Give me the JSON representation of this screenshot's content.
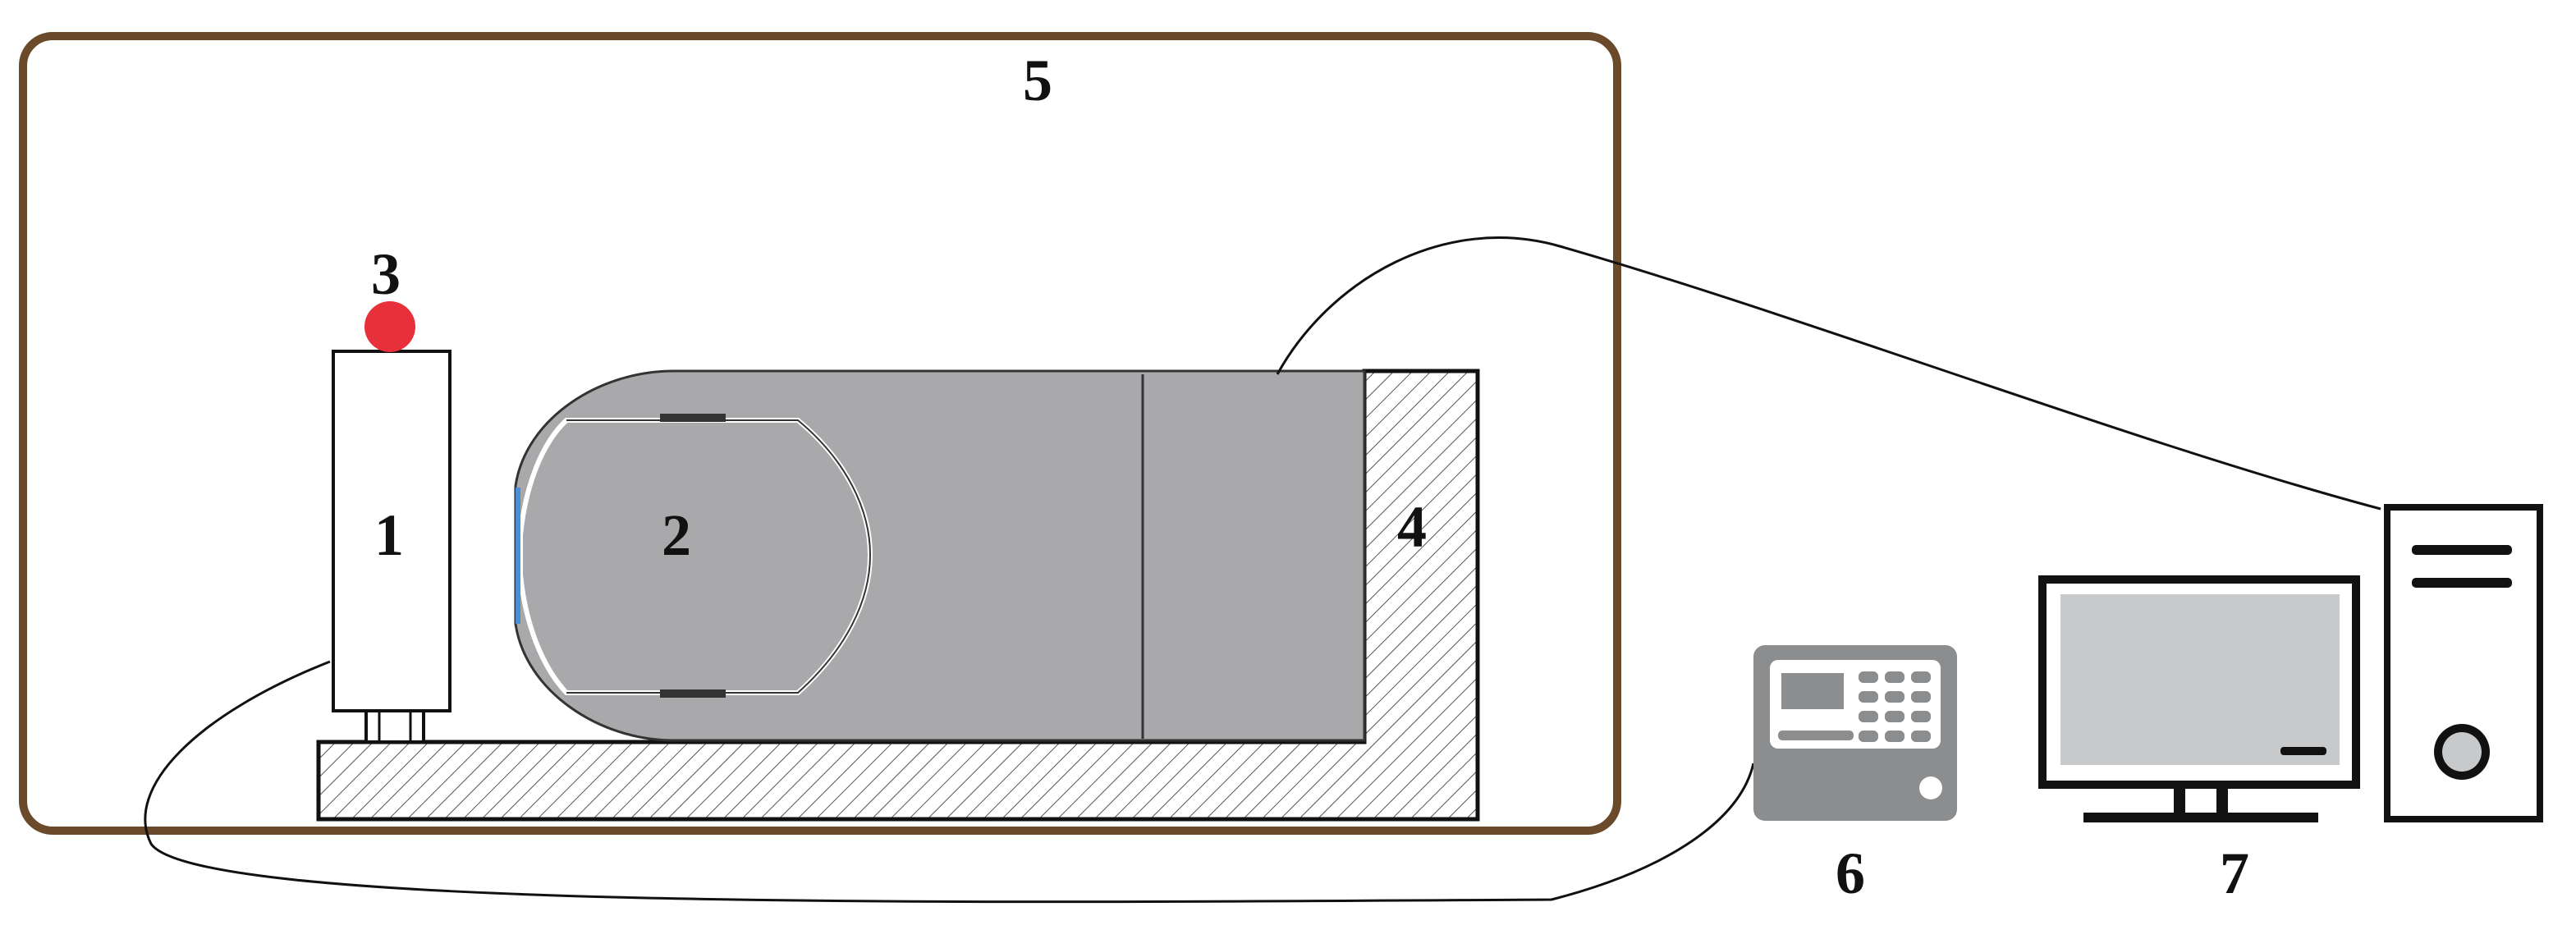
{
  "labels": {
    "detector": "1",
    "sample": "2",
    "source": "3",
    "base": "4",
    "enclosure": "5",
    "controller": "6",
    "computer": "7"
  },
  "colors": {
    "enclosure_border": "#6b4a2b",
    "source_dot": "#e8303a",
    "sample_body": "#a9a9ab",
    "window_edge": "#4a8fd6",
    "controller_body": "#8c8d8f",
    "monitor_screen": "#c8c9cb",
    "outline": "#111111"
  },
  "icons": {
    "controller": "keypad-controller-icon",
    "monitor": "monitor-icon",
    "tower": "computer-tower-icon"
  }
}
